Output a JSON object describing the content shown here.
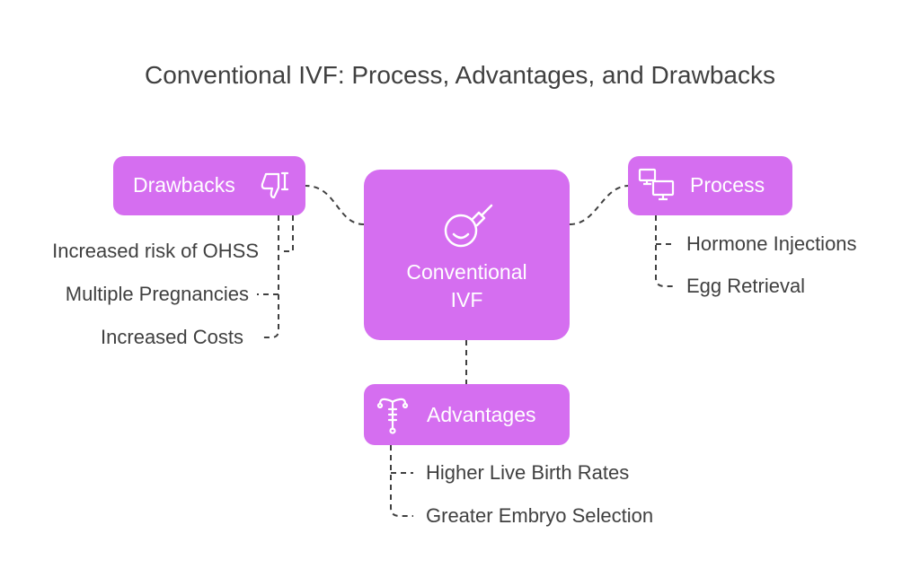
{
  "title": "Conventional IVF: Process, Advantages, and Drawbacks",
  "colors": {
    "node_fill": "#d56ef0",
    "node_text": "#ffffff",
    "text": "#404040",
    "connector": "#404040"
  },
  "center": {
    "line1": "Conventional",
    "line2": "IVF",
    "icon": "enema-bulb-icon"
  },
  "drawbacks": {
    "label": "Drawbacks",
    "icon": "thumbs-down-icon",
    "items": [
      "Increased risk of OHSS",
      "Multiple Pregnancies",
      "Increased Costs"
    ]
  },
  "process": {
    "label": "Process",
    "icon": "computers-icon",
    "items": [
      "Hormone Injections",
      "Egg Retrieval"
    ]
  },
  "advantages": {
    "label": "Advantages",
    "icon": "iud-icon",
    "items": [
      "Higher Live Birth Rates",
      "Greater Embryo Selection"
    ]
  }
}
